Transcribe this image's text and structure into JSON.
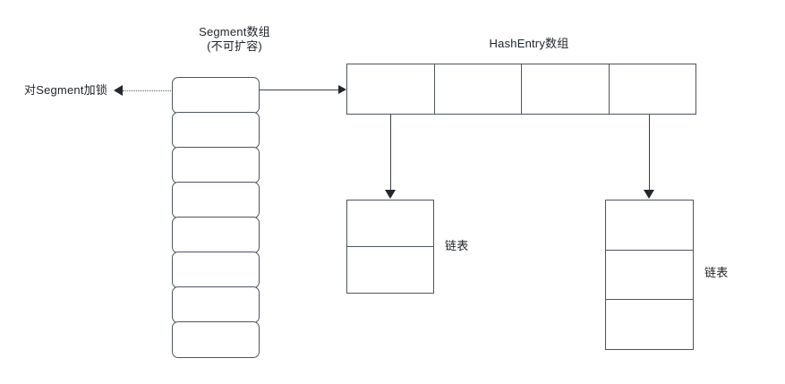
{
  "diagram": {
    "title_segment_array": "Segment数组",
    "title_segment_array_sub": "(不可扩容)",
    "title_hashentry_array": "HashEntry数组",
    "label_lock_segment": "对Segment加锁",
    "label_linked_list_left": "链表",
    "label_linked_list_right": "链表",
    "segment_cells_count": 8,
    "hashentry_cells_count": 4,
    "linked_list_left_cells": 2,
    "linked_list_right_cells": 3,
    "colors": {
      "stroke": "#4d5560",
      "connector": "#3a4049",
      "arrowhead": "#23282e",
      "dotted": "#5a5f66",
      "text": "#1f2328",
      "background": "#ffffff"
    }
  }
}
